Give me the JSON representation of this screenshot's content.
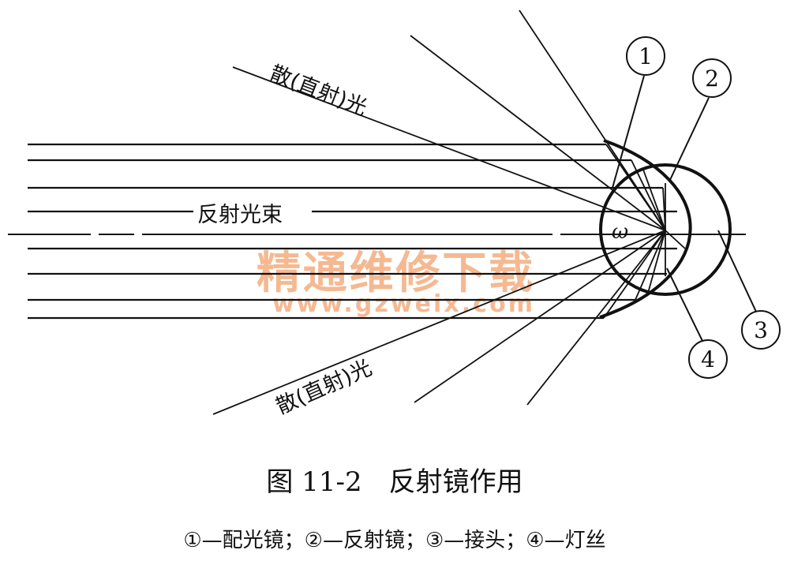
{
  "labels": {
    "scatter_upper": "散(直射)光",
    "scatter_lower": "散(直射)光",
    "beam": "反射光束",
    "omega": "ω"
  },
  "callouts": [
    "1",
    "2",
    "3",
    "4"
  ],
  "caption": {
    "title": "图 11-2　反射镜作用",
    "legend": "①—配光镜；②—反射镜；③—接头；④—灯丝"
  },
  "watermark": {
    "cn": "精通维修下载",
    "url": "www.gzweix.com"
  },
  "colors": {
    "ink": "#111111",
    "watermark": "#f3a878"
  }
}
